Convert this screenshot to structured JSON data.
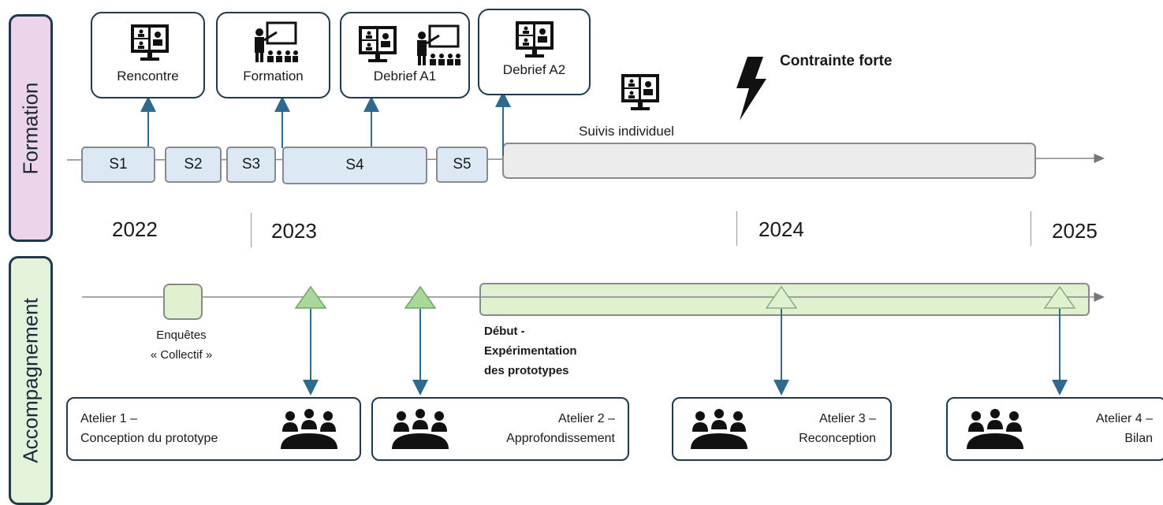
{
  "bands": {
    "formation": "Formation",
    "accompagnement": "Accompagnement"
  },
  "formation_cards": [
    {
      "label": "Rencontre",
      "icon": "video-conference-icon"
    },
    {
      "label": "Formation",
      "icon": "presenter-icon"
    },
    {
      "label": "Debrief A1",
      "icons": [
        "video-conference-icon",
        "presenter-icon"
      ]
    },
    {
      "label": "Debrief A2",
      "icon": "video-conference-icon"
    }
  ],
  "suivis": {
    "label": "Suivis individuel",
    "icon": "video-conference-icon"
  },
  "contrainte": {
    "label": "Contrainte forte",
    "icon": "lightning-icon"
  },
  "sessions": [
    "S1",
    "S2",
    "S3",
    "S4",
    "S5"
  ],
  "years": [
    "2022",
    "2023",
    "2024",
    "2025"
  ],
  "enquetes": {
    "line1": "Enquêtes",
    "line2": "« Collectif »"
  },
  "debut": {
    "line1": "Début -",
    "line2": "Expérimentation",
    "line3": "des prototypes"
  },
  "ateliers": [
    {
      "line1": "Atelier 1 –",
      "line2": "Conception du prototype",
      "icon": "group-meeting-icon"
    },
    {
      "line1": "Atelier 2 –",
      "line2": "Approfondissement",
      "icon": "group-meeting-icon"
    },
    {
      "line1": "Atelier 3 –",
      "line2": "Reconception",
      "icon": "group-meeting-icon"
    },
    {
      "line1": "Atelier 4 –",
      "line2": "Bilan",
      "icon": "group-meeting-icon"
    }
  ],
  "colors": {
    "formation_band": "#ecd4ea",
    "accompagnement_band": "#e3f3da",
    "session_fill": "#dce8f3",
    "experimentation_fill": "#dff1cf",
    "arrow_blue": "#2e6a8e"
  }
}
